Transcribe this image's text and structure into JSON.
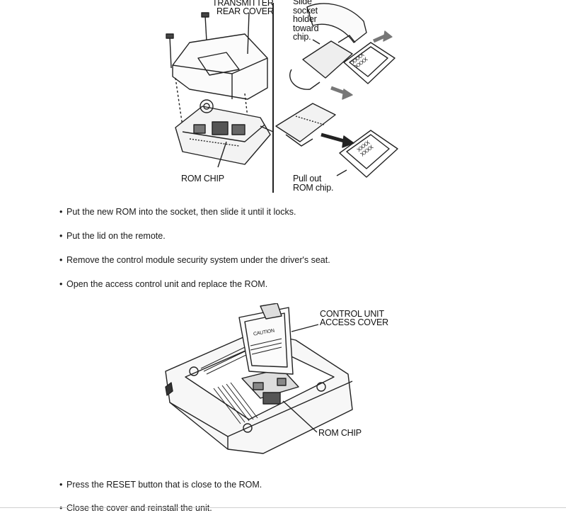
{
  "top_figure": {
    "label_cover": "TRANSMITTER\nREAR COVER",
    "label_slide": "Slide\nsocket\nholder\ntoward\nchip.",
    "label_rom_chip": "ROM CHIP",
    "label_pull_out": "Pull out\nROM chip.",
    "chip_text": "XXXX\nXXXX"
  },
  "steps_a": [
    "Put the new ROM into the socket, then slide it until it locks.",
    "Put the lid on the remote.",
    "Remove the control module security system under the driver's seat.",
    "Open the access control unit and replace the ROM."
  ],
  "bottom_figure": {
    "label_access_cover": "CONTROL UNIT\nACCESS COVER",
    "label_rom_chip": "ROM CHIP",
    "caution_text": "CAUTION"
  },
  "steps_b": [
    "Press the RESET button that is close to the ROM.",
    "Close the cover and reinstall the unit."
  ],
  "bullet_glyph": "•"
}
